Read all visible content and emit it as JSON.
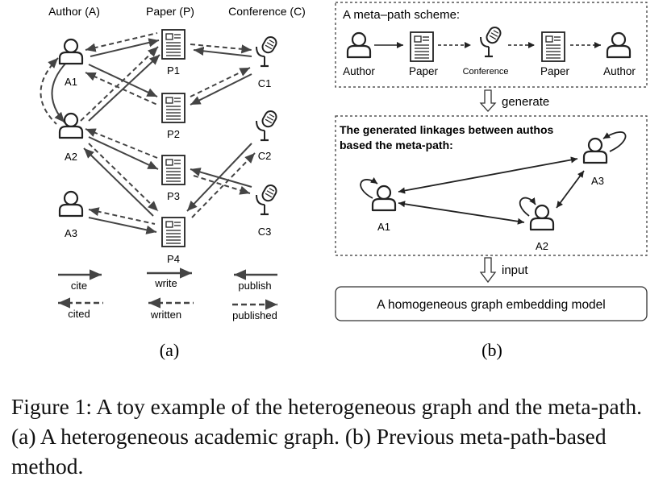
{
  "panel_a": {
    "headers": {
      "author": "Author (A)",
      "paper": "Paper (P)",
      "conference": "Conference (C)"
    },
    "authors": [
      "A1",
      "A2",
      "A3"
    ],
    "papers": [
      "P1",
      "P2",
      "P3",
      "P4"
    ],
    "conferences": [
      "C1",
      "C2",
      "C3"
    ],
    "legend": {
      "cite": "cite",
      "cited": "cited",
      "write": "write",
      "written": "written",
      "publish": "publish",
      "published": "published"
    },
    "label": "(a)"
  },
  "panel_b": {
    "scheme_title": "A meta–path scheme:",
    "scheme_nodes": [
      "Author",
      "Paper",
      "Conference",
      "Paper",
      "Author"
    ],
    "generate_label": "generate",
    "linkage_title_line1": "The generated linkages between authos",
    "linkage_title_line2": "based the meta-path:",
    "linkage_authors": [
      "A1",
      "A2",
      "A3"
    ],
    "input_label": "input",
    "model_label": "A homogeneous graph embedding model",
    "label": "(b)"
  },
  "caption": "Figure 1: A toy example of the heterogeneous graph and the meta-path. (a) A heterogeneous academic graph. (b) Previous meta-path-based method.",
  "colors": {
    "ink": "#333333",
    "arrow": "#444444"
  },
  "icons": {
    "author": "person-icon",
    "paper": "document-icon",
    "conference": "microphone-icon"
  }
}
